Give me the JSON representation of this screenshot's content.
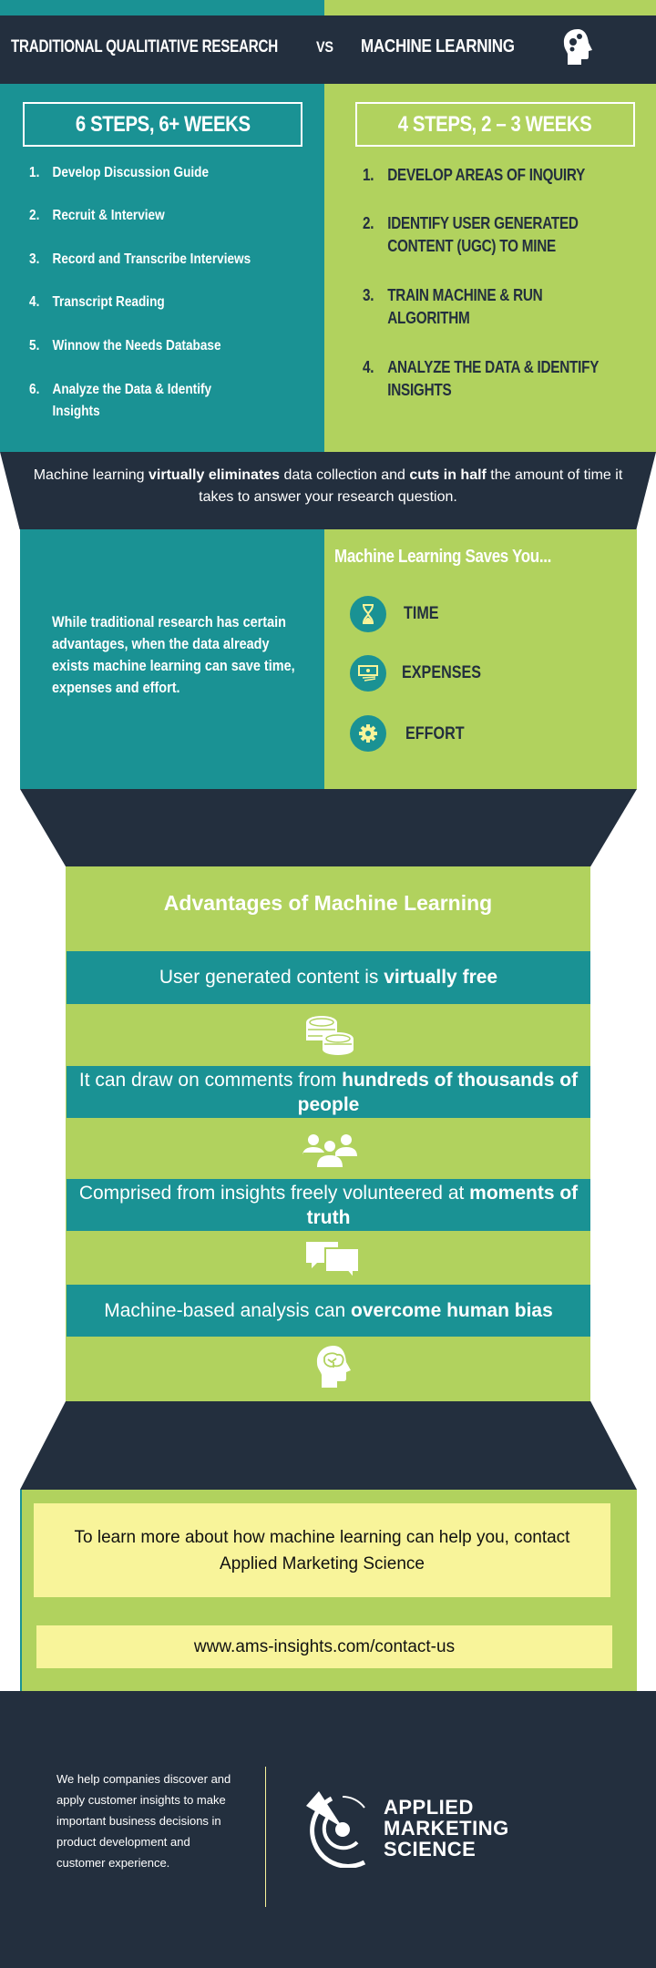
{
  "header": {
    "left_title": "TRADITIONAL QUALITIATIVE RESEARCH",
    "vs": "VS",
    "right_title": "MACHINE LEARNING"
  },
  "traditional": {
    "summary": "6 STEPS,  6+ WEEKS",
    "steps": [
      {
        "n": "1.",
        "text": "Develop Discussion Guide"
      },
      {
        "n": "2.",
        "text": "Recruit & Interview"
      },
      {
        "n": "3.",
        "text": "Record and Transcribe Interviews"
      },
      {
        "n": "4.",
        "text": "Transcript Reading"
      },
      {
        "n": "5.",
        "text": "Winnow the Needs Database"
      },
      {
        "n": "6.",
        "text": "Analyze the Data & Identify Insights"
      }
    ]
  },
  "ml": {
    "summary": "4 STEPS, 2 – 3 WEEKS",
    "steps": [
      {
        "n": "1.",
        "text": "DEVELOP AREAS OF INQUIRY"
      },
      {
        "n": "2.",
        "text": "IDENTIFY USER GENERATED CONTENT (UGC) TO MINE"
      },
      {
        "n": "3.",
        "text": "TRAIN MACHINE & RUN ALGORITHM"
      },
      {
        "n": "4.",
        "text": "ANALYZE THE DATA & IDENTIFY INSIGHTS"
      }
    ]
  },
  "banner": {
    "p1": "Machine learning ",
    "b1": "virtually eliminates",
    "p2": " data collection and ",
    "b2": "cuts in half",
    "p3": " the amount of time it takes to answer your research question."
  },
  "compare": {
    "p1": "While traditional research has certain advantages, when the ",
    "b1": "data already exists",
    "p2": " machine learning can save time, expenses and effort."
  },
  "saves": {
    "title": "Machine Learning Saves You...",
    "items": [
      {
        "label": "TIME",
        "icon": "hourglass-icon"
      },
      {
        "label": "EXPENSES",
        "icon": "money-icon"
      },
      {
        "label": "EFFORT",
        "icon": "gear-icon"
      }
    ]
  },
  "advantages": {
    "title": "Advantages of Machine Learning",
    "items": [
      {
        "p": "User generated content is ",
        "b": "virtually free",
        "icon": "coins-icon"
      },
      {
        "p": "It can draw on comments from ",
        "b": "hundreds of thousands of people",
        "icon": "people-icon"
      },
      {
        "p": "Comprised from insights freely volunteered at ",
        "b": "moments of truth",
        "icon": "chat-icon"
      },
      {
        "p": "Machine-based analysis can ",
        "b": "overcome human bias",
        "icon": "brain-head-icon"
      }
    ]
  },
  "cta": {
    "text": "To learn more about how machine learning can help you, contact Applied Marketing Science",
    "url": "www.ams-insights.com/contact-us"
  },
  "footer": {
    "blurb": "We help companies discover and apply customer insights to make important business decisions in product development and customer experience.",
    "logo_lines": [
      "APPLIED",
      "MARKETING",
      "SCIENCE"
    ]
  },
  "colors": {
    "teal": "#1a9294",
    "green": "#b1d25e",
    "dark": "#232f3e",
    "yellow": "#f8f49a"
  }
}
